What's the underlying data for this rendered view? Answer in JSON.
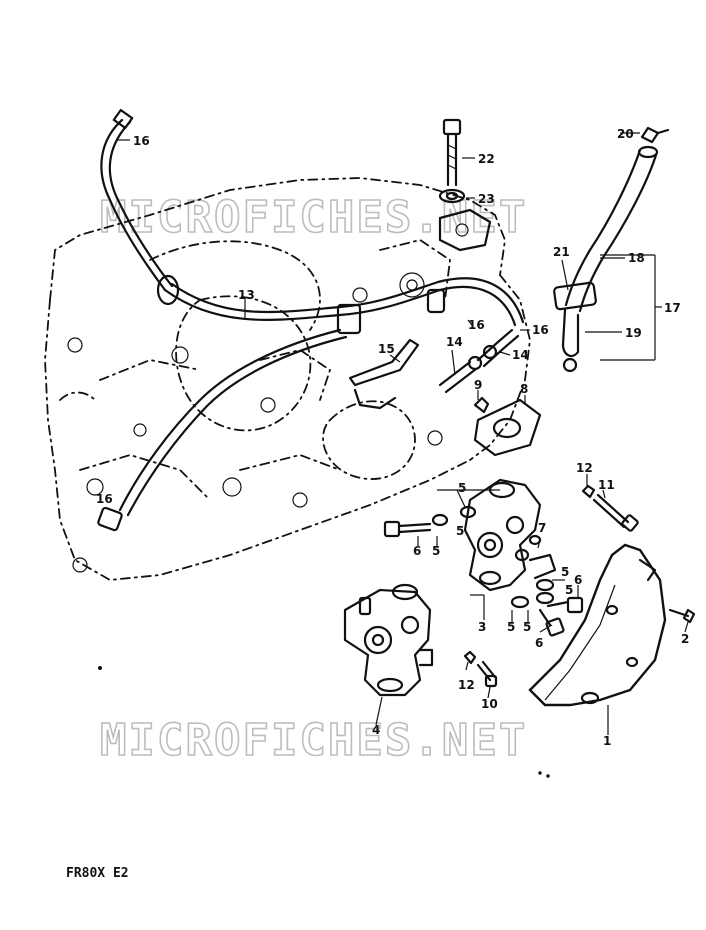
{
  "diagram": {
    "footer_code": "FR80X E2",
    "watermark_top": "MICROFICHES.NET",
    "watermark_bottom": "MICROFICHES.NET",
    "callouts": {
      "c1": "1",
      "c2": "2",
      "c3": "3",
      "c4": "4",
      "c5a": "5",
      "c5b": "5",
      "c5c": "5",
      "c5d": "5",
      "c5e": "5",
      "c5f": "5",
      "c5g": "5",
      "c6a": "6",
      "c6b": "6",
      "c6c": "6",
      "c7": "7",
      "c8": "8",
      "c9": "9",
      "c10": "10",
      "c11": "11",
      "c12a": "12",
      "c12b": "12",
      "c13": "13",
      "c14a": "14",
      "c14b": "14",
      "c15": "15",
      "c16a": "16",
      "c16b": "16",
      "c16c": "16",
      "c16d": "16",
      "c17": "17",
      "c18": "18",
      "c19": "19",
      "c20": "20",
      "c21": "21",
      "c22": "22",
      "c23": "23"
    }
  }
}
